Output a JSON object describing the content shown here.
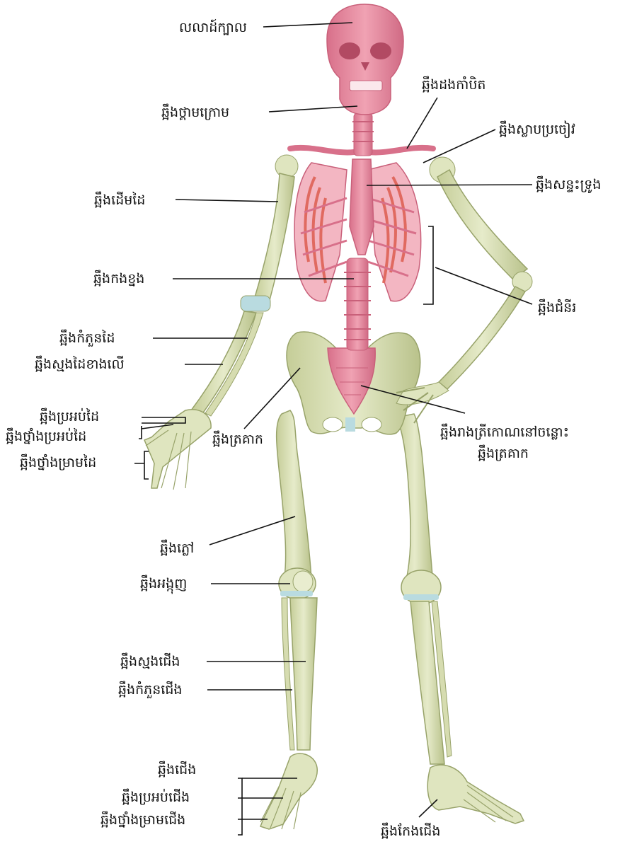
{
  "labels": {
    "skull": "លលាដ៍ក្បាល",
    "mandible": "ឆ្អឹងថ្គាមក្រោម",
    "clavicle_upper": "ឆ្អឹងដងកាំបិត",
    "scapula": "ឆ្អឹងស្លាបប្រចៀវ",
    "sternum": "ឆ្អឹងសន្ទះទ្រូង",
    "humerus": "ឆ្អឹងដើមដៃ",
    "spine": "ឆ្អឹងកងខ្នង",
    "ribs": "ឆ្អឹងជំនីរ",
    "radius": "ឆ្អឹងកំភួនដៃ",
    "ulna": "ឆ្អឹងស្មងដៃខាងលើ",
    "carpals": "ឆ្អឹងប្រអប់ដៃ",
    "metacarpals": "ឆ្អឹងថ្នាំងប្រអប់ដៃ",
    "phalanges_hand": "ឆ្អឹងថ្នាំងម្រាមដៃ",
    "pelvis": "ឆ្អឹងត្រគាក",
    "sacrum_line1": "ឆ្អឹងរាងត្រីកោណនៅចន្លោះ",
    "sacrum_line2": "ឆ្អឹងត្រគាក",
    "femur": "ឆ្អឹងភ្លៅ",
    "patella": "ឆ្អឹងអង្កុញ",
    "tibia": "ឆ្អឹងស្មងជើង",
    "fibula": "ឆ្អឹងកំភួនជើង",
    "tarsals": "ឆ្អឹងជើង",
    "metatarsals": "ឆ្អឹងប្រអប់ជើង",
    "phalanges_foot": "ឆ្អឹងថ្នាំងម្រាមជើង",
    "calcaneus": "ឆ្អឹងកែងជើង"
  },
  "colors": {
    "bone": "#dfe5bf",
    "bone_shadow": "#b7c08c",
    "axial": "#e98ba0",
    "axial_dark": "#c9607a",
    "rib_inner": "#e06a60",
    "cartilage": "#b9dbe0",
    "line": "#111111"
  }
}
